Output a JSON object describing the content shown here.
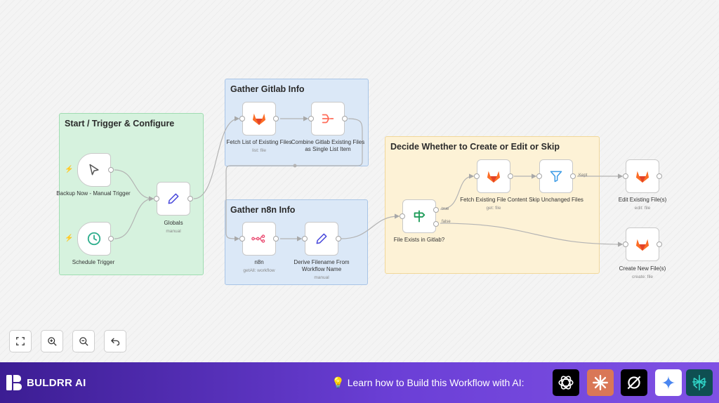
{
  "groups": {
    "start": "Start / Trigger & Configure",
    "gitlab": "Gather Gitlab Info",
    "n8n": "Gather n8n Info",
    "decide": "Decide Whether to Create or Edit or Skip"
  },
  "nodes": {
    "backup": {
      "label": "Backup Now - Manual Trigger",
      "icon": "cursor-icon"
    },
    "schedule": {
      "label": "Schedule Trigger",
      "icon": "clock-icon"
    },
    "globals": {
      "label": "Globals",
      "sub": "manual",
      "icon": "pencil-icon"
    },
    "fetch_list": {
      "label": "Fetch List of Existing Files",
      "sub": "list: file",
      "icon": "gitlab-icon"
    },
    "combine": {
      "label": "Combine Gitlab Existing Files as Single List Item",
      "icon": "aggregate-icon"
    },
    "n8n": {
      "label": "n8n",
      "sub": "getAll: workflow",
      "icon": "n8n-icon"
    },
    "derive": {
      "label": "Derive Filename From Workflow Name",
      "sub": "manual",
      "icon": "pencil-icon"
    },
    "exists": {
      "label": "File Exists in Gitlab?",
      "icon": "signpost-icon"
    },
    "fetch_content": {
      "label": "Fetch Existing File Content",
      "sub": "get: file",
      "icon": "gitlab-icon"
    },
    "skip": {
      "label": "Skip Unchanged Files",
      "icon": "filter-icon"
    },
    "edit": {
      "label": "Edit Existing File(s)",
      "sub": "edit: file",
      "icon": "gitlab-icon"
    },
    "create": {
      "label": "Create New File(s)",
      "sub": "create: file",
      "icon": "gitlab-icon"
    }
  },
  "branches": {
    "true": "true",
    "false": "false",
    "kept": "Kept"
  },
  "controls": [
    "fit-view-button",
    "zoom-in-button",
    "zoom-out-button",
    "undo-button"
  ],
  "footer": {
    "brand": "BULDRR AI",
    "cta": "Learn how to Build this Workflow with AI:",
    "ai_buttons": [
      "chatgpt",
      "claude",
      "perplexity",
      "gemini",
      "perplexity-alt"
    ]
  },
  "colors": {
    "start_group": "#d6f2de",
    "gitlab_group": "#dbe8f7",
    "decide_group": "#fdf2d6",
    "gitlab_orange": "#e24329",
    "footer_start": "#3c1d93",
    "footer_end": "#7f51e4"
  }
}
